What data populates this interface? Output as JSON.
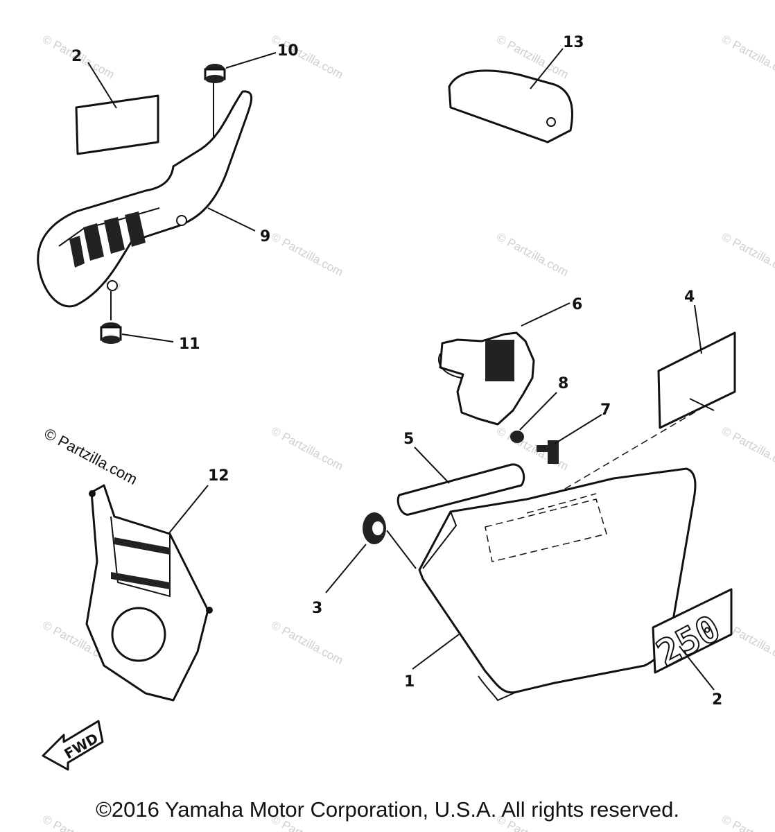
{
  "watermark_text": "© Partzilla.com",
  "watermark_prominent": "© Partzilla.com",
  "callouts": {
    "c1": "1",
    "c2a": "2",
    "c2b": "2",
    "c3": "3",
    "c4": "4",
    "c5": "5",
    "c6": "6",
    "c7": "7",
    "c8": "8",
    "c9": "9",
    "c10": "10",
    "c11": "11",
    "c12": "12",
    "c13": "13"
  },
  "emblem_text": "250",
  "fwd_text": "FWD",
  "copyright": "©2016 Yamaha Motor Corporation, U.S.A. All rights reserved."
}
